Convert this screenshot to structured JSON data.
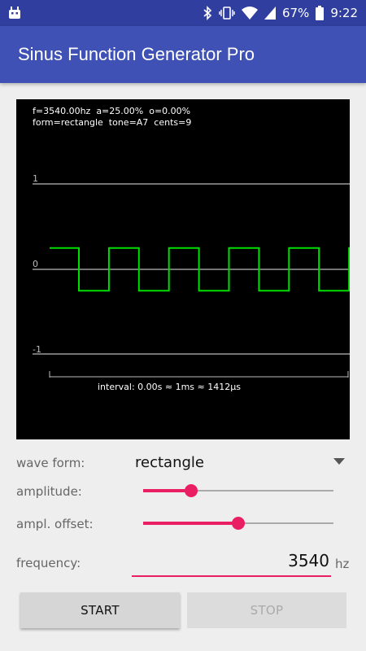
{
  "status_bar": {
    "battery": "67%",
    "time": "9:22"
  },
  "app": {
    "title": "Sinus Function Generator Pro"
  },
  "scope": {
    "info_line1": "f=3540.00hz  a=25.00%  o=0.00%",
    "info_line2": "form=rectangle  tone=A7  cents=9",
    "y_labels": {
      "top": "1",
      "mid": "0",
      "bottom": "-1"
    },
    "interval_text": "interval: 0.00s ≈ 1ms ≈ 1412µs",
    "wave_color": "#00dd00",
    "grid_color": "#9a9a9a"
  },
  "controls": {
    "wave_form_label": "wave form:",
    "wave_form_value": "rectangle",
    "amplitude_label": "amplitude:",
    "amplitude_value": 0.25,
    "offset_label": "ampl. offset:",
    "offset_value": 0.5,
    "frequency_label": "frequency:",
    "frequency_value": "3540",
    "frequency_unit": "hz",
    "accent_color": "#e91e63"
  },
  "buttons": {
    "start_label": "START",
    "stop_label": "STOP"
  }
}
